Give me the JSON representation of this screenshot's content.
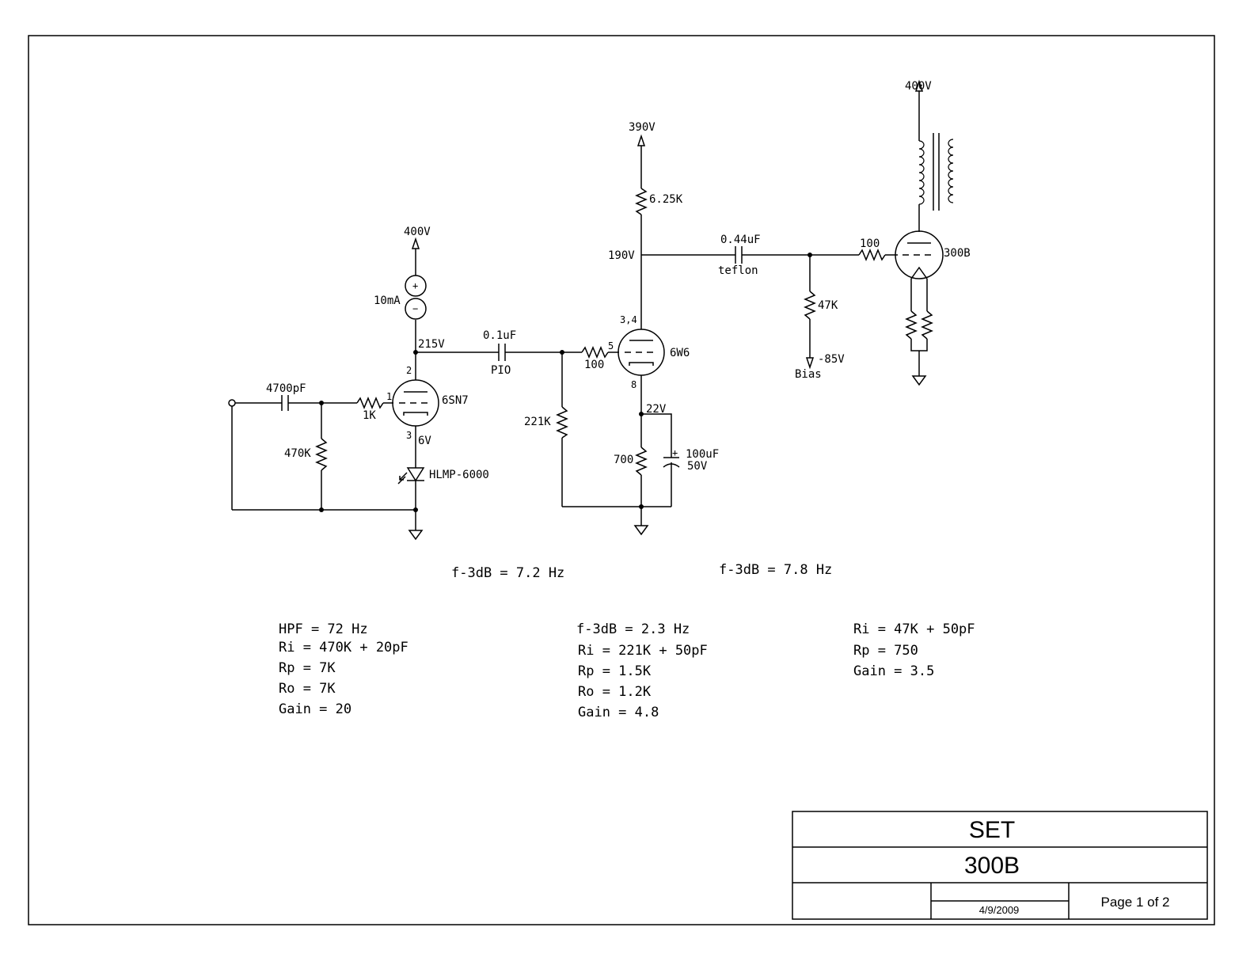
{
  "title_block": {
    "title": "SET",
    "subtitle": "300B",
    "date": "4/9/2009",
    "page": "Page 1 of 2"
  },
  "supplies": {
    "v400_a": "400V",
    "v390": "390V",
    "v400_b": "400V"
  },
  "stage1": {
    "c_in": "4700pF",
    "r_grid": "470K",
    "r_stop": "1K",
    "tube": "6SN7",
    "pin_grid": "1",
    "pin_plate": "2",
    "pin_cathode": "3",
    "ccs": "10mA",
    "ccs_plus": "+",
    "ccs_minus": "−",
    "plate_v": "215V",
    "cathode_v": "6V",
    "led": "HLMP-6000"
  },
  "coupling1": {
    "cap": "0.1uF",
    "cap_type": "PIO",
    "r_grid": "221K",
    "r_stop": "100"
  },
  "stage2": {
    "tube": "6W6",
    "pin_plate": "3,4",
    "pin_grid": "5",
    "pin_cathode": "8",
    "r_load": "6.25K",
    "plate_v": "190V",
    "cathode_v": "22V",
    "r_cathode": "700",
    "c_bypass": "100uF",
    "c_bypass_v": "50V",
    "c_bypass_plus": "+"
  },
  "coupling2": {
    "cap": "0.44uF",
    "cap_type": "teflon",
    "r_grid": "47K",
    "bias_v": "-85V",
    "bias_label": "Bias",
    "r_stop": "100"
  },
  "stage3": {
    "tube": "300B"
  },
  "notes": {
    "f1": "f-3dB = 7.2 Hz",
    "f2": "f-3dB = 7.8 Hz",
    "col1": [
      "HPF = 72 Hz",
      "Ri = 470K + 20pF",
      "Rp = 7K",
      "Ro = 7K",
      "Gain = 20"
    ],
    "col2": [
      "f-3dB = 2.3 Hz",
      "Ri = 221K + 50pF",
      "Rp = 1.5K",
      "Ro = 1.2K",
      "Gain = 4.8"
    ],
    "col3": [
      "Ri = 47K + 50pF",
      "Rp = 750",
      "Gain = 3.5"
    ]
  }
}
